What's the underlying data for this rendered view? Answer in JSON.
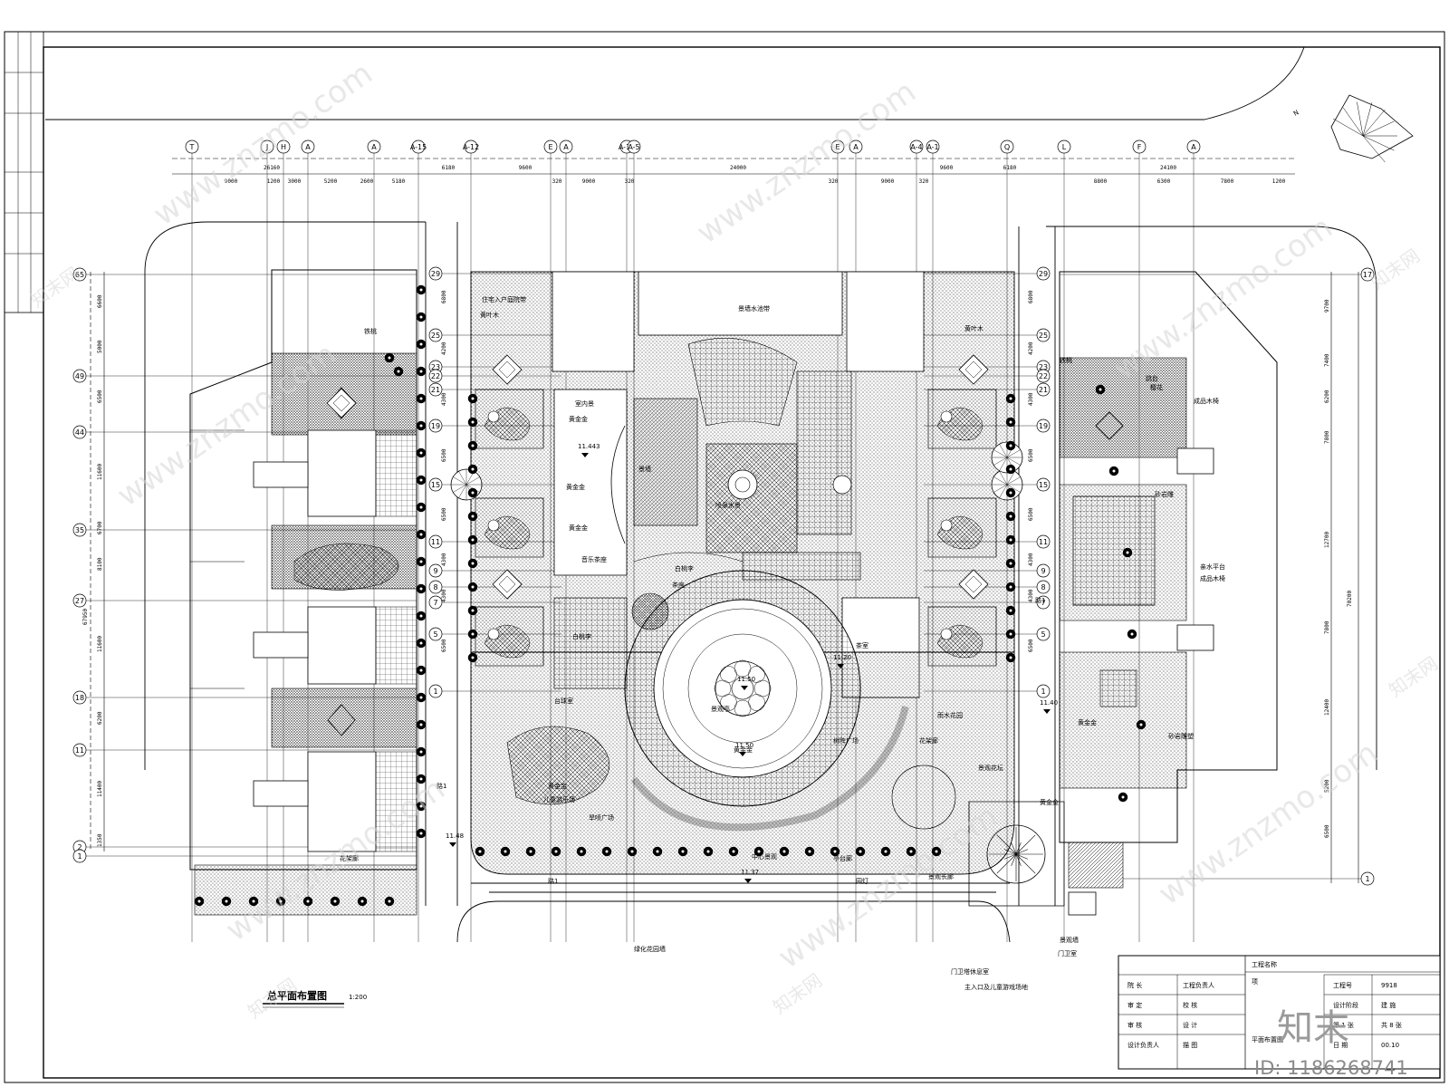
{
  "drawing": {
    "title": "总平面布置图",
    "scale": "1:200",
    "north": "N"
  },
  "title_block": {
    "project_label": "工程名称",
    "project_short": "项",
    "drawing_name": "平面布置图",
    "rows": [
      [
        "院  长",
        "工程负责人",
        "",
        "工程号",
        "9918"
      ],
      [
        "审  定",
        "校  核",
        "",
        "设计阶段",
        "建 施"
      ],
      [
        "审  核",
        "设  计",
        "",
        "第 1 张",
        "共 8 张"
      ],
      [
        "设计负责人",
        "描  图",
        "",
        "日  期",
        "00.10"
      ]
    ]
  },
  "watermark": {
    "site": "www.znzmo.com",
    "brand": "知末网",
    "logo": "知末",
    "id": "ID: 1186268741"
  },
  "axes_top": [
    "T",
    "J",
    "H",
    "A",
    "A",
    "A-15",
    "A-12",
    "E",
    "A",
    "A-11",
    "A-5",
    "E",
    "A",
    "A-4",
    "A-1",
    "Q",
    "L",
    "F",
    "A"
  ],
  "axes_left": [
    "65",
    "49",
    "44",
    "35",
    "27",
    "18",
    "11",
    "2",
    "1"
  ],
  "axes_right": [
    "17",
    "1"
  ],
  "axes_mid": [
    "29",
    "25",
    "23",
    "22",
    "21",
    "19",
    "15",
    "11",
    "9",
    "8",
    "7",
    "5",
    "1"
  ],
  "dims_top_total": [
    "26160",
    "6180",
    "9600",
    "24000",
    "9600",
    "6180",
    "24100"
  ],
  "dims_top_detail": [
    "9000",
    "1200",
    "3000",
    "5200",
    "2600",
    "5180",
    "320",
    "9000",
    "320",
    "320",
    "9000",
    "320",
    "8800",
    "6300",
    "7800",
    "1200"
  ],
  "dims_left": [
    "6600",
    "5000",
    "6500",
    "11600",
    "6700",
    "8100",
    "67950",
    "11600",
    "6200",
    "11400",
    "1350"
  ],
  "dims_mid": [
    "6800",
    "4200",
    "4300",
    "6500",
    "6500",
    "4300",
    "4300",
    "6500"
  ],
  "dims_right": [
    "9700",
    "7400",
    "6200",
    "7800",
    "12700",
    "70200",
    "7800",
    "12400",
    "5200",
    "6500"
  ],
  "levels": [
    "11.443",
    "11.50",
    "11.20",
    "11.40",
    "11.48",
    "11.37",
    "11.50"
  ],
  "labels": [
    "铁桃",
    "住宅入户庭院带",
    "黄叶木",
    "景墙水池带",
    "黄叶木",
    "铁桃",
    "樱花",
    "成品木椅",
    "室内景",
    "黄金金",
    "景墙",
    "黄金金",
    "喷泉水景",
    "黄金金",
    "音乐茶座",
    "白桃李",
    "茶座",
    "白桃李",
    "台球室",
    "景观亭",
    "茶室",
    "跳台",
    "砂岩雕",
    "亲水平台",
    "成品木椅",
    "砂岩雕塑",
    "儿童游乐场",
    "黄金金",
    "旱喷广场",
    "树阵广场",
    "黄金金",
    "雨水花园",
    "景观花坛",
    "中心景观",
    "园灯",
    "亭台廊",
    "景观长廊",
    "门卫室",
    "景观墙",
    "黄金金",
    "花架廊",
    "黄金金",
    "路1",
    "路1",
    "路1",
    "绿化花园墙",
    "门卫塔休息室",
    "主入口及儿童游戏场地",
    "花架廊"
  ]
}
